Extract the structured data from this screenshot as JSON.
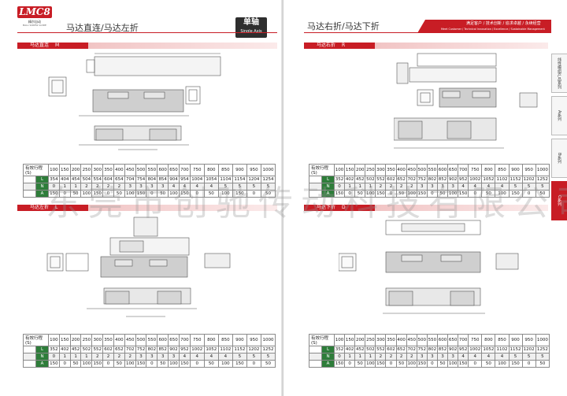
{
  "logo": {
    "brand": "LMC8",
    "name_cn": "精尔自动",
    "name_en": "BALL SCREW GUIDE"
  },
  "badge": {
    "cn": "单轴",
    "en": "Single Axis"
  },
  "left_page": {
    "title": "马达直连/马达左折",
    "sections": [
      {
        "label": "马达直连",
        "code": "M"
      },
      {
        "label": "马达左折",
        "code": "L"
      }
    ]
  },
  "right_page": {
    "title": "马达右折/马达下折",
    "slogan_cn": "满足客户 / 技术创新 / 追求卓越 / 永续经营",
    "slogan_en": "Meet Customer / Technical Innovation / Excellence / Sustainable Management",
    "sections": [
      {
        "label": "马达右折",
        "code": "R"
      },
      {
        "label": "马达下折",
        "code": "D"
      }
    ]
  },
  "side_tabs": [
    {
      "label": "线性模组产品系列",
      "active": false
    },
    {
      "label": "A系列",
      "active": false
    },
    {
      "label": "B系列",
      "active": false
    },
    {
      "label": "C系列",
      "active": true
    }
  ],
  "table_header": "有效行程(S)",
  "strokes": [
    "100",
    "150",
    "200",
    "250",
    "300",
    "350",
    "400",
    "450",
    "500",
    "550",
    "600",
    "650",
    "700",
    "750",
    "800",
    "850",
    "900",
    "950",
    "1000"
  ],
  "tables": {
    "M": {
      "L": [
        "354",
        "404",
        "454",
        "504",
        "554",
        "604",
        "654",
        "704",
        "754",
        "804",
        "854",
        "904",
        "954",
        "1004",
        "1054",
        "1104",
        "1154",
        "1204",
        "1254"
      ],
      "N": [
        "0",
        "1",
        "1",
        "2",
        "2",
        "2",
        "2",
        "3",
        "3",
        "3",
        "3",
        "4",
        "4",
        "4",
        "4",
        "5",
        "5",
        "5",
        "5"
      ],
      "A": [
        "150",
        "0",
        "50",
        "100",
        "150",
        "0",
        "50",
        "100",
        "150",
        "0",
        "50",
        "100",
        "150",
        "0",
        "50",
        "100",
        "150",
        "0",
        "50"
      ]
    },
    "L": {
      "L": [
        "352",
        "402",
        "452",
        "502",
        "552",
        "602",
        "652",
        "702",
        "752",
        "802",
        "852",
        "902",
        "952",
        "1002",
        "1052",
        "1102",
        "1152",
        "1202",
        "1252"
      ],
      "N": [
        "0",
        "1",
        "1",
        "1",
        "2",
        "2",
        "2",
        "2",
        "3",
        "3",
        "3",
        "3",
        "4",
        "4",
        "4",
        "4",
        "5",
        "5",
        "5"
      ],
      "A": [
        "150",
        "0",
        "50",
        "100",
        "150",
        "0",
        "50",
        "100",
        "150",
        "0",
        "50",
        "100",
        "150",
        "0",
        "50",
        "100",
        "150",
        "0",
        "50"
      ]
    },
    "R": {
      "L": [
        "352",
        "402",
        "452",
        "502",
        "552",
        "602",
        "652",
        "702",
        "752",
        "802",
        "852",
        "902",
        "952",
        "1002",
        "1052",
        "1102",
        "1152",
        "1202",
        "1252"
      ],
      "N": [
        "0",
        "1",
        "1",
        "1",
        "2",
        "2",
        "2",
        "2",
        "3",
        "3",
        "3",
        "3",
        "4",
        "4",
        "4",
        "4",
        "5",
        "5",
        "5"
      ],
      "A": [
        "150",
        "0",
        "50",
        "100",
        "150",
        "0",
        "50",
        "100",
        "150",
        "0",
        "50",
        "100",
        "150",
        "0",
        "50",
        "100",
        "150",
        "0",
        "50"
      ]
    },
    "D": {
      "L": [
        "352",
        "402",
        "452",
        "502",
        "552",
        "602",
        "652",
        "702",
        "752",
        "802",
        "852",
        "902",
        "952",
        "1002",
        "1052",
        "1102",
        "1152",
        "1202",
        "1252"
      ],
      "N": [
        "0",
        "1",
        "1",
        "1",
        "2",
        "2",
        "2",
        "2",
        "3",
        "3",
        "3",
        "3",
        "4",
        "4",
        "4",
        "4",
        "5",
        "5",
        "5"
      ],
      "A": [
        "150",
        "0",
        "50",
        "100",
        "150",
        "0",
        "50",
        "100",
        "150",
        "0",
        "50",
        "100",
        "150",
        "0",
        "50",
        "100",
        "150",
        "0",
        "50"
      ]
    }
  },
  "row_labels": [
    "L",
    "N",
    "A"
  ],
  "watermark": "东莞市创驰传动科技有限公司",
  "colors": {
    "accent": "#c81d25",
    "label_green": "#2e7d3a"
  }
}
